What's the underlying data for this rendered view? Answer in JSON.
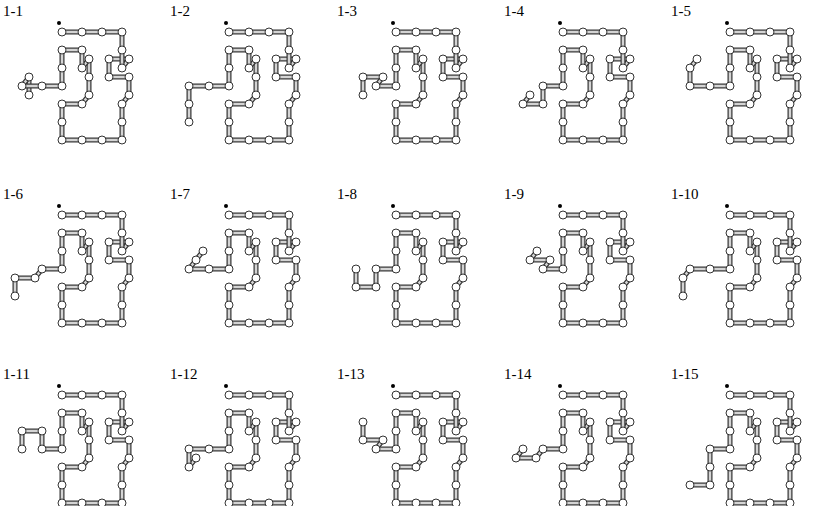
{
  "diagram": {
    "labels": [
      "1-1",
      "1-2",
      "1-3",
      "1-4",
      "1-5",
      "1-6",
      "1-7",
      "1-8",
      "1-9",
      "1-10",
      "1-11",
      "1-12",
      "1-13",
      "1-14",
      "1-15"
    ]
  }
}
